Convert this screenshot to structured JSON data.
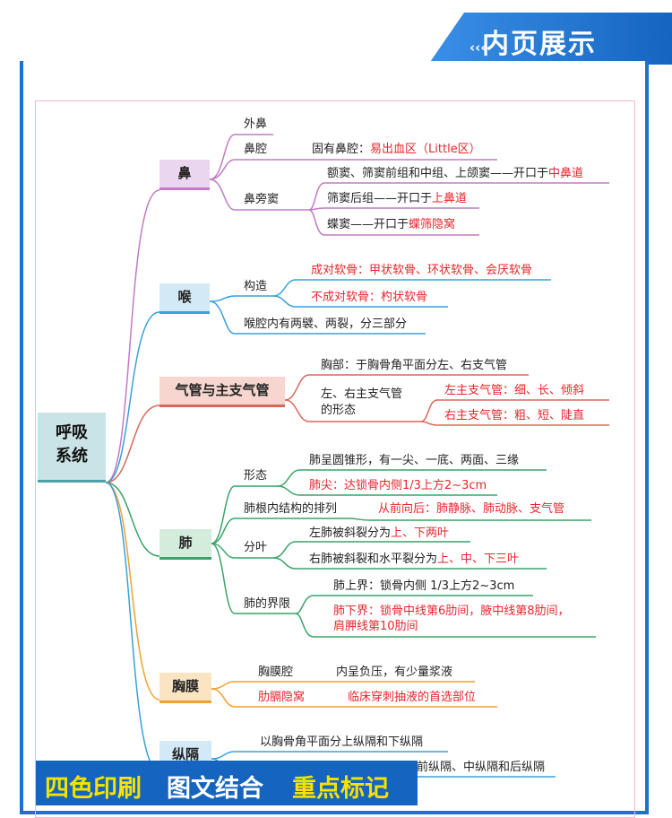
{
  "header": {
    "chevrons": "‹‹‹",
    "title": "内页展示"
  },
  "root": {
    "line1": "呼吸",
    "line2": "系统"
  },
  "nose": {
    "label": "鼻",
    "waibi": "外鼻",
    "biqiang": "鼻腔",
    "biqiang_desc_a": "固有鼻腔：",
    "biqiang_desc_b": "易出血区（Little区）",
    "bipangdou": "鼻旁窦",
    "sinus1_a": "额窦、筛窦前组和中组、上颌窦——开口于",
    "sinus1_b": "中鼻道",
    "sinus2_a": "筛窦后组——开口于",
    "sinus2_b": "上鼻道",
    "sinus3_a": "蝶窦——开口于",
    "sinus3_b": "蝶筛隐窝"
  },
  "larynx": {
    "label": "喉",
    "gouzao": "构造",
    "paired": "成对软骨：甲状软骨、环状软骨、会厌软骨",
    "unpaired": "不成对软骨：杓状软骨",
    "cavity": "喉腔内有两襞、两裂，分三部分"
  },
  "trachea": {
    "label": "气管与主支气管",
    "thoracic": "胸部：于胸骨角平面分左、右支气管",
    "shape_line1": "左、右主支气管",
    "shape_line2": "的形态",
    "left": "左主支气管：细、长、倾斜",
    "right": "右主支气管：粗、短、陡直"
  },
  "lung": {
    "label": "肺",
    "xingtai": "形态",
    "cone": "肺呈圆锥形，有一尖、一底、两面、三缘",
    "apex": "肺尖：达锁骨内侧1/3上方2~3cm",
    "root_order": "肺根内结构的排列",
    "root_order_desc": "从前向后：肺静脉、肺动脉、支气管",
    "fenye": "分叶",
    "left_a": "左肺被斜裂分为",
    "left_b": "上、下两叶",
    "right_a": "右肺被斜裂和水平裂分为",
    "right_b": "上、中、下三叶",
    "boundary": "肺的界限",
    "upper": "肺上界：锁骨内侧 1/3上方2~3cm",
    "lower_line1": "肺下界：锁骨中线第6肋间，腋中线第8肋间，",
    "lower_line2": "肩胛线第10肋间"
  },
  "pleura": {
    "label": "胸膜",
    "cavity": "胸膜腔",
    "cavity_desc": "内呈负压，有少量浆液",
    "recess": "肋膈隐窝",
    "recess_desc": "临床穿刺抽液的首选部位"
  },
  "mediastinum": {
    "label": "纵隔",
    "division": "以胸骨角平面分上纵隔和下纵隔",
    "lower_tail": "前纵隔、中纵隔和后纵隔"
  },
  "banner": {
    "part1": "四色印刷",
    "part2": "图文结合",
    "part3": "重点标记"
  },
  "colors": {
    "nose": "#c07bc4",
    "larynx": "#3aa0d8",
    "trachea": "#d9675a",
    "lung": "#3aa36a",
    "pleura": "#f0a030",
    "mediastinum": "#3aa0d8",
    "accent_red": "#e8262d",
    "brand_blue": "#1565c0",
    "banner_yellow": "#f6e200"
  }
}
